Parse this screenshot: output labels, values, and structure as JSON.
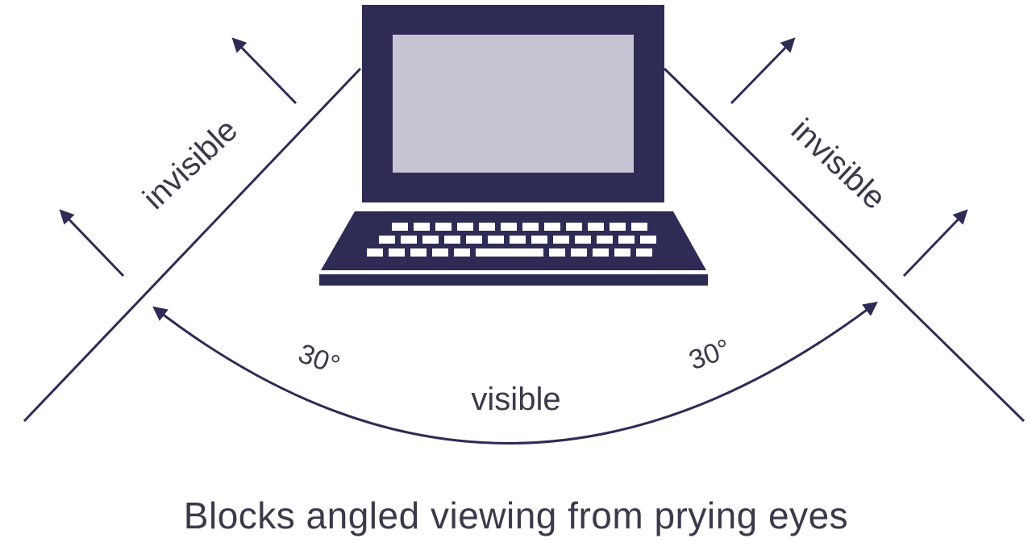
{
  "colors": {
    "ink": "#2e2c55",
    "screen": "#c6c5d3",
    "text": "#3a3a4a",
    "key": "#ffffff"
  },
  "labels": {
    "invisible_left": "invisible",
    "invisible_right": "invisible",
    "visible": "visible",
    "angle_left": "30°",
    "angle_right": "30°"
  },
  "caption": "Blocks angled viewing from prying eyes"
}
